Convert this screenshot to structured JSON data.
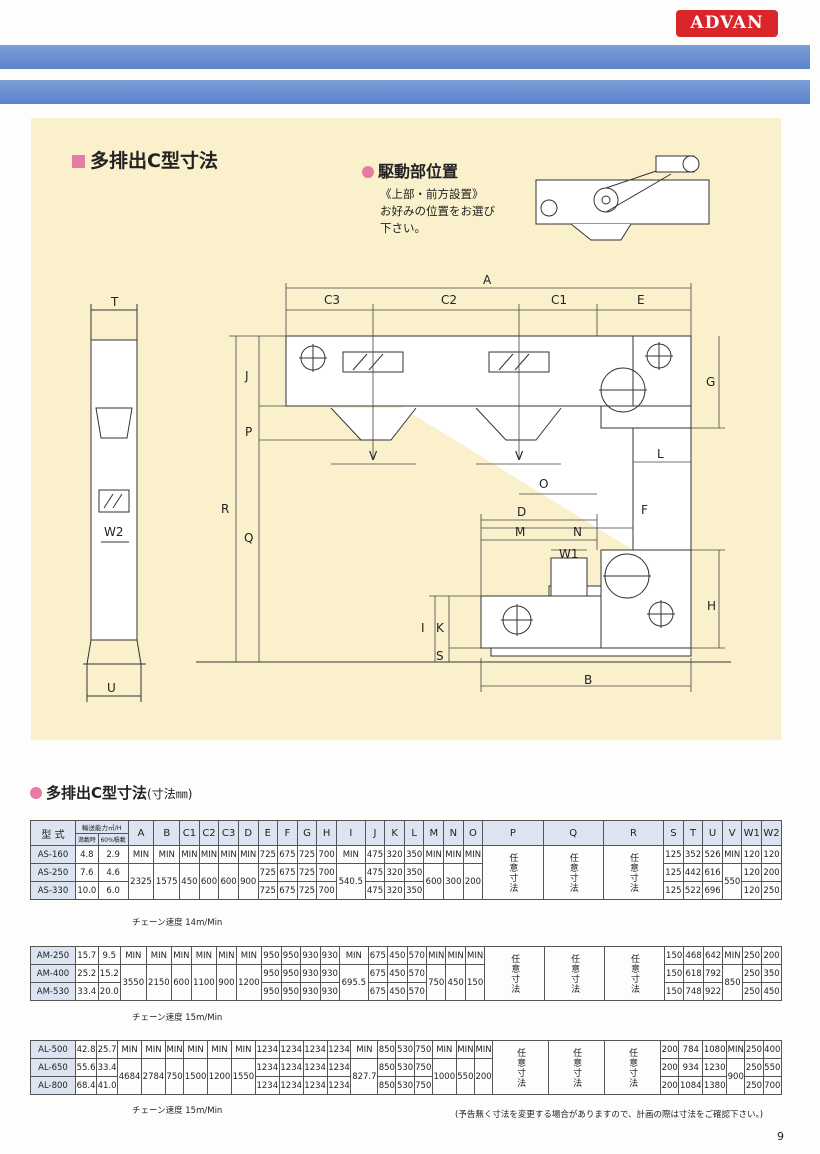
{
  "logo": "ADVAN",
  "section_title": "多排出C型寸法",
  "drive": {
    "title": "駆動部位置",
    "line1": "《上部・前方設置》",
    "line2": "お好みの位置をお選び",
    "line3": "下さい。"
  },
  "dims": {
    "A": "A",
    "C3": "C3",
    "C2": "C2",
    "C1": "C1",
    "E": "E",
    "T": "T",
    "J": "J",
    "G": "G",
    "P": "P",
    "V1": "V",
    "V2": "V",
    "L": "L",
    "O": "O",
    "R": "R",
    "F": "F",
    "D": "D",
    "M": "M",
    "N": "N",
    "Q": "Q",
    "W2": "W2",
    "W1": "W1",
    "H": "H",
    "K": "K",
    "I": "I",
    "S": "S",
    "U": "U",
    "B": "B"
  },
  "table_title": "多排出C型寸法",
  "table_unit": "(寸法㎜)",
  "header": {
    "model": "型 式",
    "cap": "輸送能力㎥/H",
    "cap_full": "満載時",
    "cap_60": "60%積載",
    "A": "A",
    "B": "B",
    "C1": "C1",
    "C2": "C2",
    "C3": "C3",
    "D": "D",
    "E": "E",
    "F": "F",
    "G": "G",
    "H": "H",
    "I": "I",
    "J": "J",
    "K": "K",
    "L": "L",
    "M": "M",
    "N": "N",
    "O": "O",
    "P": "P",
    "Q": "Q",
    "R": "R",
    "S": "S",
    "T": "T",
    "U": "U",
    "V": "V",
    "W1": "W1",
    "W2": "W2"
  },
  "min": "MIN",
  "nini": "任意寸法",
  "as": {
    "m": [
      "AS-160",
      "AS-250",
      "AS-330"
    ],
    "c1": [
      "4.8",
      "7.6",
      "10.0"
    ],
    "c2": [
      "2.9",
      "4.6",
      "6.0"
    ],
    "A": "2325",
    "B": "1575",
    "C1": "450",
    "C2": "600",
    "C3": "600",
    "D": "900",
    "E": [
      "725",
      "725",
      "725"
    ],
    "F": [
      "675",
      "675",
      "675"
    ],
    "G": [
      "725",
      "725",
      "725"
    ],
    "H": [
      "700",
      "700",
      "700"
    ],
    "I": "540.5",
    "J": [
      "475",
      "475",
      "475"
    ],
    "K": [
      "320",
      "320",
      "320"
    ],
    "L": [
      "350",
      "350",
      "350"
    ],
    "M": "600",
    "N": "300",
    "O": "200",
    "S": [
      "125",
      "125",
      "125"
    ],
    "T": [
      "352",
      "442",
      "522"
    ],
    "U": [
      "526",
      "616",
      "696"
    ],
    "V": "550",
    "W1": [
      "120",
      "120",
      "120"
    ],
    "W2": [
      "120",
      "200",
      "250"
    ],
    "speed": "チェーン速度 14m/Min"
  },
  "am": {
    "m": [
      "AM-250",
      "AM-400",
      "AM-530"
    ],
    "c1": [
      "15.7",
      "25.2",
      "33.4"
    ],
    "c2": [
      "9.5",
      "15.2",
      "20.0"
    ],
    "A": "3550",
    "B": "2150",
    "C1": "600",
    "C2": "1100",
    "C3": "900",
    "D": "1200",
    "E": [
      "950",
      "950",
      "950"
    ],
    "F": [
      "950",
      "950",
      "950"
    ],
    "G": [
      "930",
      "930",
      "930"
    ],
    "H": [
      "930",
      "930",
      "930"
    ],
    "I": "695.5",
    "J": [
      "675",
      "675",
      "675"
    ],
    "K": [
      "450",
      "450",
      "450"
    ],
    "L": [
      "570",
      "570",
      "570"
    ],
    "M": "750",
    "N": "450",
    "O": "150",
    "S": [
      "150",
      "150",
      "150"
    ],
    "T": [
      "468",
      "618",
      "748"
    ],
    "U": [
      "642",
      "792",
      "922"
    ],
    "V": "850",
    "W1": [
      "250",
      "250",
      "250"
    ],
    "W2": [
      "200",
      "350",
      "450"
    ],
    "speed": "チェーン速度 15m/Min"
  },
  "al": {
    "m": [
      "AL-500",
      "AL-650",
      "AL-800"
    ],
    "c1": [
      "42.8",
      "55.6",
      "68.4"
    ],
    "c2": [
      "25.7",
      "33.4",
      "41.0"
    ],
    "A": "4684",
    "B": "2784",
    "C1": "750",
    "C2": "1500",
    "C3": "1200",
    "D": "1550",
    "E": [
      "1234",
      "1234",
      "1234"
    ],
    "F": [
      "1234",
      "1234",
      "1234"
    ],
    "G": [
      "1234",
      "1234",
      "1234"
    ],
    "H": [
      "1234",
      "1234",
      "1234"
    ],
    "I": "827.7",
    "J": [
      "850",
      "850",
      "850"
    ],
    "K": [
      "530",
      "530",
      "530"
    ],
    "L": [
      "750",
      "750",
      "750"
    ],
    "M": "1000",
    "N": "550",
    "O": "200",
    "S": [
      "200",
      "200",
      "200"
    ],
    "T": [
      "784",
      "934",
      "1084"
    ],
    "U": [
      "1080",
      "1230",
      "1380"
    ],
    "V": "900",
    "W1": [
      "250",
      "250",
      "250"
    ],
    "W2": [
      "400",
      "550",
      "700"
    ],
    "speed": "チェーン速度 15m/Min"
  },
  "footnote": "(予告無く寸法を変更する場合がありますので、計画の際は寸法をご確認下さい。)",
  "page_number": "9"
}
